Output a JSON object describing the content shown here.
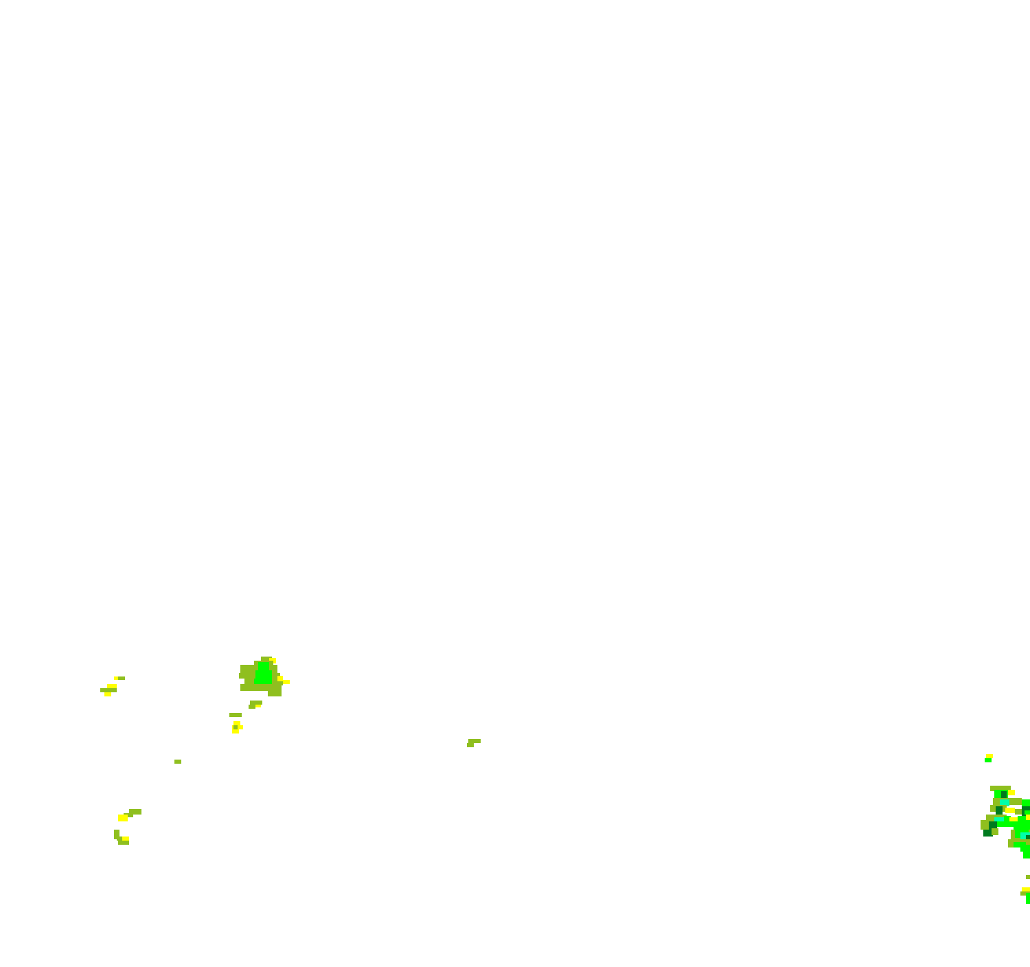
{
  "legend_colors": {
    "light": "#8fbf1f",
    "moderate": "#ffff00",
    "heavy": "#00ff00",
    "very_heavy": "#00ffaa",
    "intense": "#007a1f"
  },
  "echo_clusters": [
    {
      "id": "west-small-1",
      "intensity_levels": [
        "light",
        "moderate"
      ]
    },
    {
      "id": "central-west-main",
      "intensity_levels": [
        "light",
        "moderate",
        "heavy"
      ]
    },
    {
      "id": "central-west-scatter",
      "intensity_levels": [
        "light",
        "moderate"
      ]
    },
    {
      "id": "isolated-1",
      "intensity_levels": [
        "light"
      ]
    },
    {
      "id": "isolated-2",
      "intensity_levels": [
        "light"
      ]
    },
    {
      "id": "southwest-small",
      "intensity_levels": [
        "light",
        "moderate"
      ]
    },
    {
      "id": "east-edge-storm",
      "intensity_levels": [
        "light",
        "moderate",
        "heavy",
        "very_heavy",
        "intense"
      ]
    }
  ]
}
